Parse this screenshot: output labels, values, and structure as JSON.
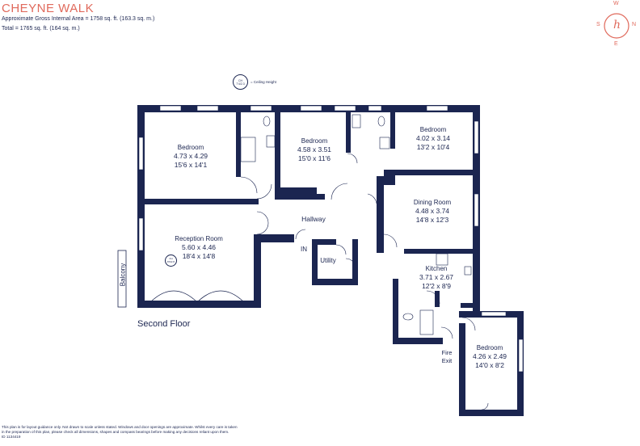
{
  "header": {
    "title": "CHEYNE WALK",
    "area_line1": "Approximate Gross Internal Area = 1758 sq. ft. (163.3 sq. m.)",
    "area_line2": "Total = 1765 sq. ft. (164 sq. m.)"
  },
  "ceiling_key": {
    "badge_top": "CH",
    "badge_bottom": "7'4/2.3",
    "label": "= Ceiling Height"
  },
  "compass": {
    "n": "N",
    "e": "E",
    "s": "S",
    "w": "W",
    "logo": "h"
  },
  "rooms": {
    "bedroom1": {
      "name": "Bedroom",
      "metric": "4.73 x 4.29",
      "imperial": "15'6 x 14'1"
    },
    "bedroom2": {
      "name": "Bedroom",
      "metric": "4.58 x 3.51",
      "imperial": "15'0 x 11'6"
    },
    "bedroom3": {
      "name": "Bedroom",
      "metric": "4.02 x 3.14",
      "imperial": "13'2 x 10'4"
    },
    "dining": {
      "name": "Dining Room",
      "metric": "4.48 x 3.74",
      "imperial": "14'8 x 12'3"
    },
    "reception": {
      "name": "Reception Room",
      "metric": "5.60 x 4.46",
      "imperial": "18'4 x 14'8"
    },
    "kitchen": {
      "name": "Kitchen",
      "metric": "3.71 x 2.67",
      "imperial": "12'2 x 8'9"
    },
    "bedroom4": {
      "name": "Bedroom",
      "metric": "4.26 x 2.49",
      "imperial": "14'0 x 8'2"
    },
    "hallway": {
      "name": "Hallway"
    },
    "utility": {
      "name": "Utility"
    }
  },
  "reception_ch": {
    "top": "CH",
    "bottom": "8'9/2.8"
  },
  "labels": {
    "balcony": "Balcony",
    "in": "IN",
    "fire_exit_1": "Fire",
    "fire_exit_2": "Exit",
    "floor": "Second Floor"
  },
  "disclaimer": {
    "line1": "This plan is for layout guidance only. Not drawn to scale unless stated. Windows and door openings are approximate. Whilst every care is taken",
    "line2": "in the preparation of this plan, please check all dimensions, shapes and compass bearings before making any decisions reliant upon them.",
    "line3": "ID 1134419"
  },
  "colors": {
    "wall": "#1b2550",
    "accent": "#e06a5c",
    "window": "#9aa3b5"
  }
}
